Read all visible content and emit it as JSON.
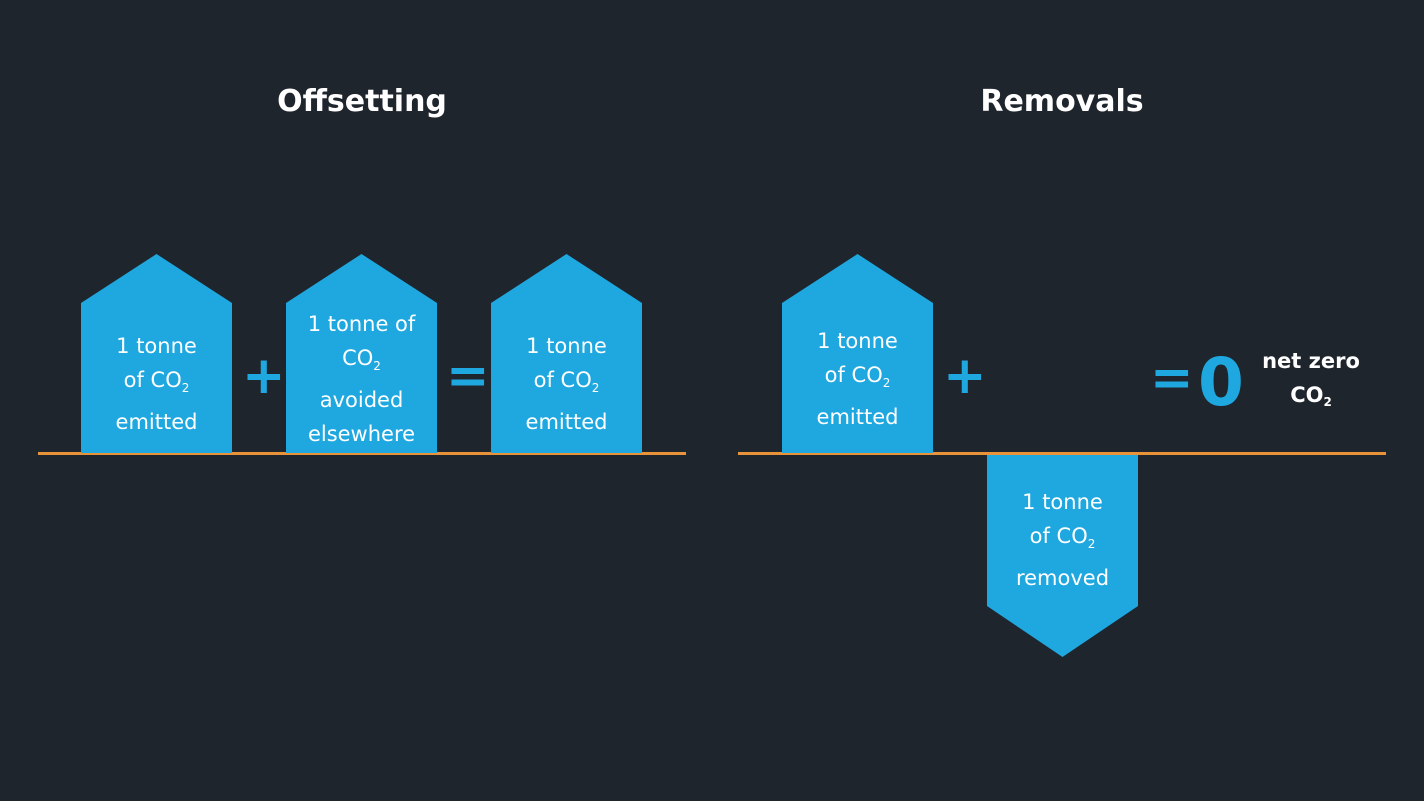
{
  "titles": {
    "offsetting": "Offsetting",
    "removals": "Removals"
  },
  "offsetting": {
    "block1": {
      "line1": "1 tonne",
      "line2_pre": "of CO",
      "line2_sub": "2",
      "line3": "emitted"
    },
    "plus": "+",
    "block2": {
      "line1": "1 tonne of",
      "line2_pre": "CO",
      "line2_sub": "2",
      "line3": "avoided",
      "line4": "elsewhere"
    },
    "equals": "=",
    "block3": {
      "line1": "1 tonne",
      "line2_pre": "of CO",
      "line2_sub": "2",
      "line3": "emitted"
    }
  },
  "removals": {
    "block1": {
      "line1": "1 tonne",
      "line2_pre": "of CO",
      "line2_sub": "2",
      "line3": "emitted"
    },
    "plus": "+",
    "block2": {
      "line1": "1 tonne",
      "line2_pre": "of CO",
      "line2_sub": "2",
      "line3": "removed"
    },
    "equals": "=",
    "result_value": "0",
    "net_zero": {
      "line1": "net zero",
      "line2_pre": "CO",
      "line2_sub": "2"
    }
  },
  "colors": {
    "background": "#1f252d",
    "block": "#1fa8e0",
    "baseline": "#e8923a",
    "text": "#ffffff"
  }
}
